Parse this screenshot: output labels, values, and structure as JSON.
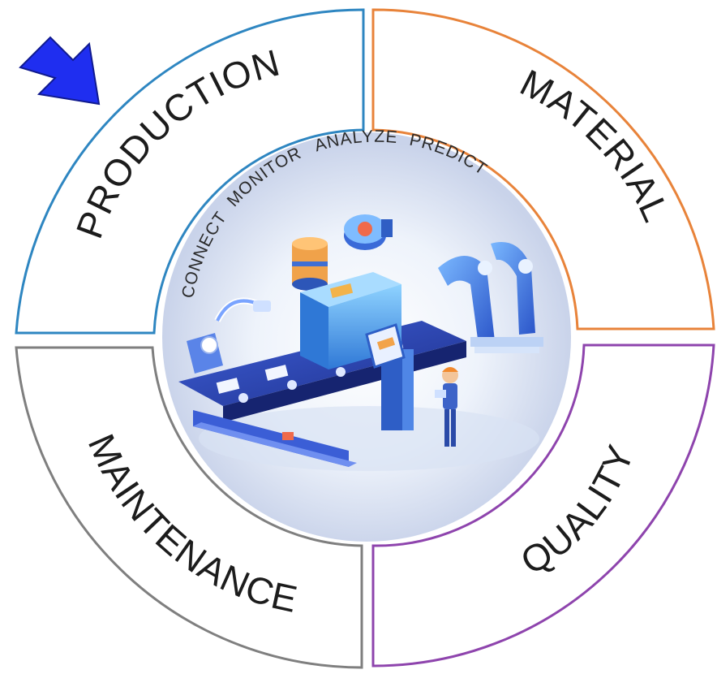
{
  "quadrants": {
    "production": {
      "label": "PRODUCTION",
      "color": "#2e86c1"
    },
    "material": {
      "label": "MATERIAL",
      "color": "#e8833a"
    },
    "quality": {
      "label": "QUALITY",
      "color": "#8e44ad"
    },
    "maintenance": {
      "label": "MAINTENANCE",
      "color": "#7f7f7f"
    }
  },
  "inner_ring": {
    "connect": "CONNECT",
    "monitor": "MONITOR",
    "analyze": "ANALYZE",
    "predict": "PREDICT"
  },
  "pointer": {
    "color": "#1f2ef0",
    "icon": "arrow-down-right-icon"
  },
  "center_illustration": {
    "icon": "smart-factory-illustration"
  }
}
